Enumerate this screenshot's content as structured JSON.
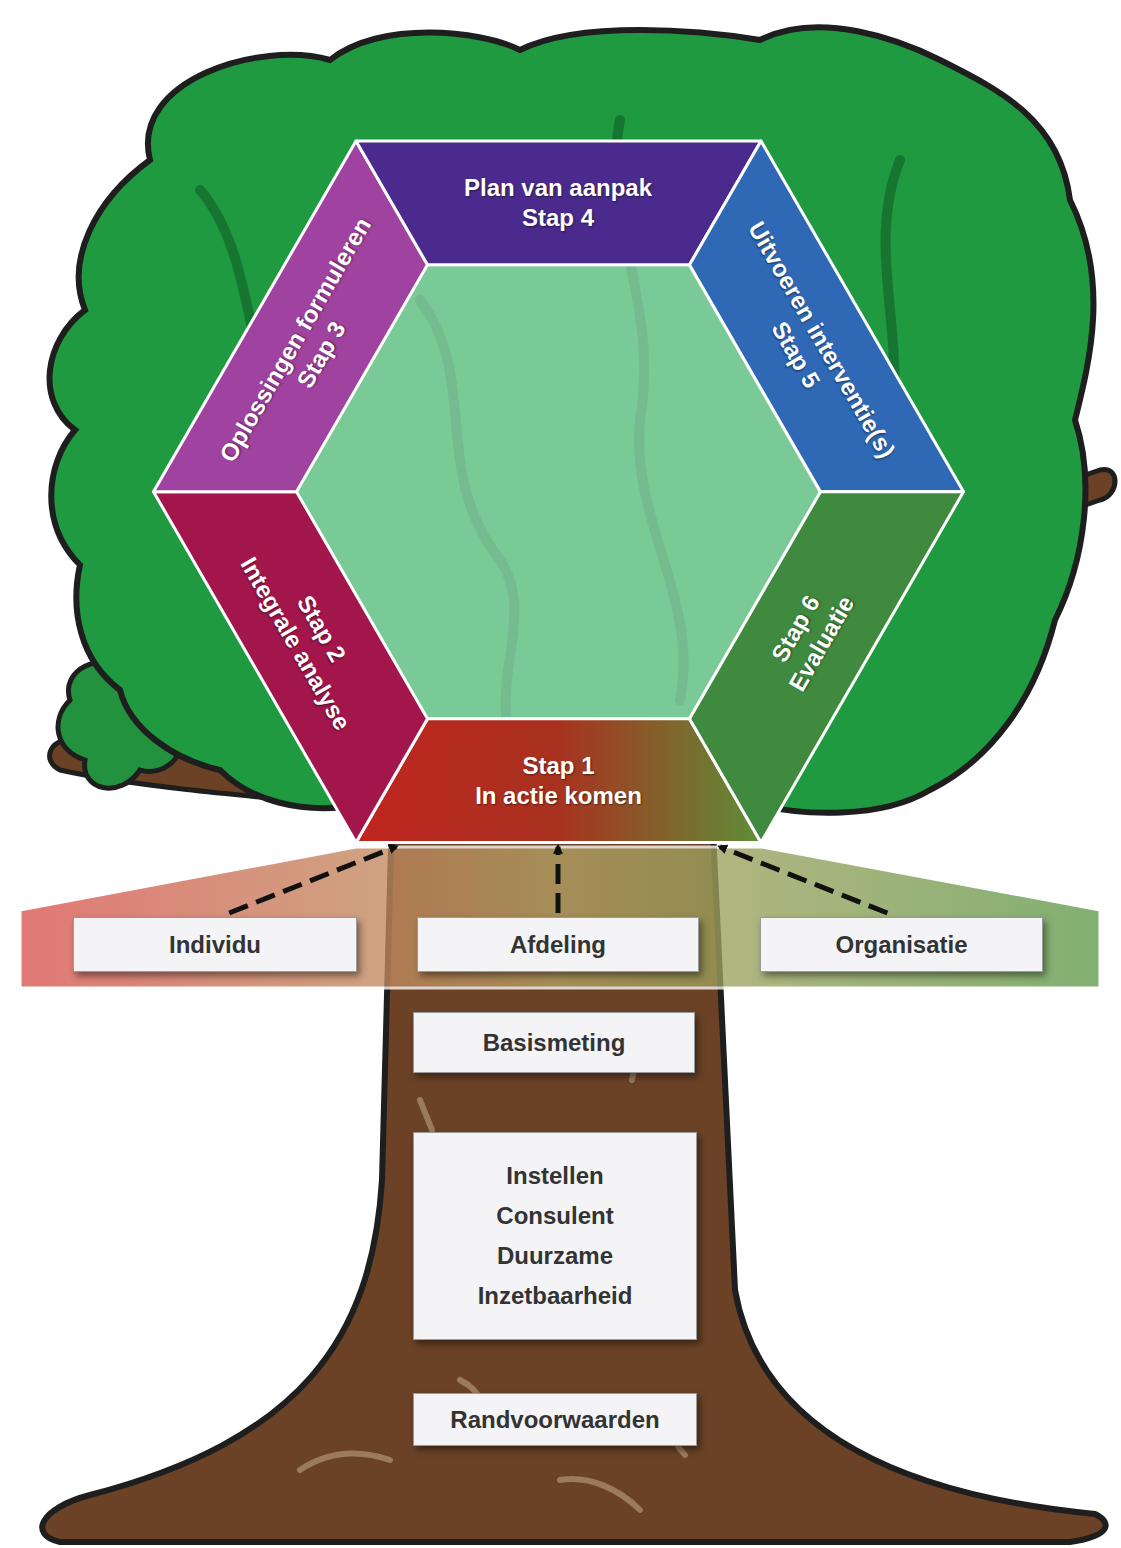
{
  "diagram": {
    "nodes": [
      {
        "text": [
          "Stap 1",
          "In actie komen"
        ]
      },
      {
        "text": [
          "Stap 2",
          "Integrale analyse"
        ]
      },
      {
        "text": [
          "Oplossingen formuleren",
          "Stap 3"
        ]
      },
      {
        "text": [
          "Plan van aanpak",
          "Stap 4"
        ]
      },
      {
        "text": [
          "Uitvoeren interventie(s)",
          "Stap 5"
        ]
      },
      {
        "text": [
          "Stap 6",
          "Evaluatie"
        ]
      },
      {
        "text": [
          "Individu"
        ]
      },
      {
        "text": [
          "Afdeling"
        ]
      },
      {
        "text": [
          "Organisatie"
        ]
      },
      {
        "text": [
          "Basismeting"
        ]
      },
      {
        "text": [
          "Instellen Consulent Duurzame Inzetbaarheid"
        ]
      },
      {
        "text": [
          "Randvoorwaarden"
        ]
      }
    ],
    "edges": [
      {
        "from": 6,
        "to": 0,
        "arrow": "to"
      },
      {
        "from": 7,
        "to": 0,
        "arrow": "to"
      },
      {
        "from": 8,
        "to": 0,
        "arrow": "to"
      }
    ]
  }
}
